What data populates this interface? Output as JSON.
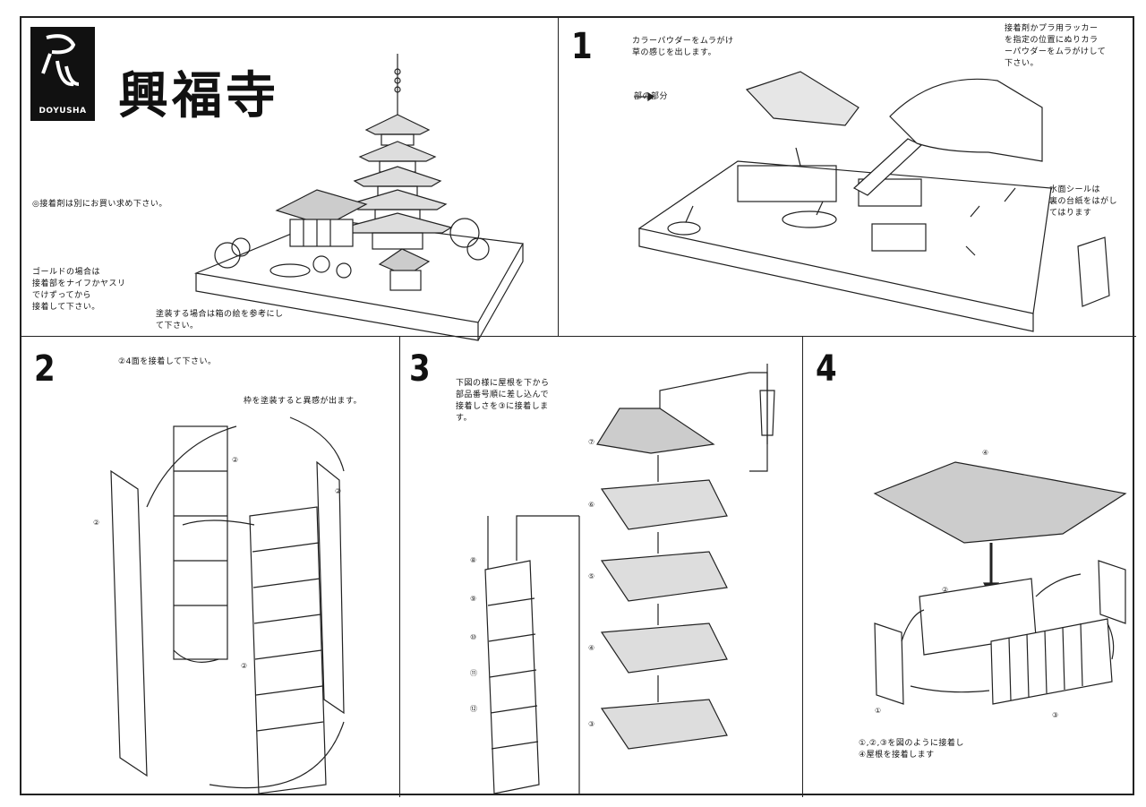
{
  "brand": {
    "logo_text": "DOYUSHA"
  },
  "header": {
    "title": "興福寺"
  },
  "overview": {
    "note_adhesive": "◎接着剤は別にお買い求め下さい。",
    "note_gold": "ゴールドの場合は\n接着部をナイフかヤスリ\nでけずってから\n接着して下さい。",
    "note_paint": "塗装する場合は箱の絵を参考にし\nて下さい。"
  },
  "step1": {
    "number": "1",
    "note_powder": "カラーパウダーをムラがけ\n草の感じを出します。",
    "note_lacquer": "接着剤かプラ用ラッカー\nを指定の位置にぬりカラ\nーパウダーをムラがけして\n下さい。",
    "note_part": "部の部分",
    "note_seal": "水面シールは\n裏の台紙をはがし\nてはります"
  },
  "step2": {
    "number": "2",
    "note_glue": "②4面を接着して下さい。",
    "note_paint": "枠を塗装すると異感が出ます。",
    "part_labels": [
      "②",
      "②",
      "②",
      "②"
    ]
  },
  "step3": {
    "number": "3",
    "note_stack": "下図の様に屋根を下から\n部品番号順に差し込んで\n接着しさを③に接着しま\nす。",
    "part_labels": [
      "⑦",
      "⑥",
      "⑤",
      "④",
      "③",
      "⑧",
      "⑨",
      "⑩",
      "⑪",
      "⑫"
    ]
  },
  "step4": {
    "number": "4",
    "note_assembly": "①,②,③を図のように接着し\n④屋根を接着します",
    "part_labels": [
      "④",
      "②",
      "①",
      "③"
    ]
  }
}
